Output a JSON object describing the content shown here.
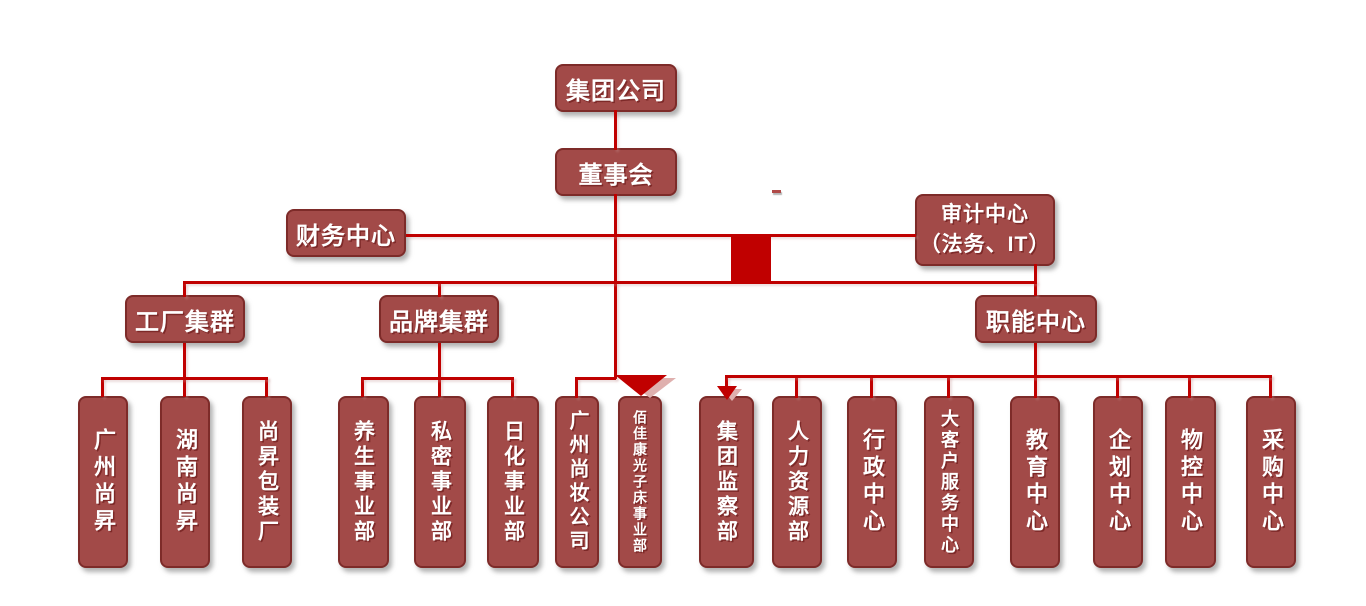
{
  "palette": {
    "node_fill": "#a24a48",
    "node_border": "#7d2b29",
    "connector_red": "#c00000",
    "arrow_shadow": "#dfb0ae",
    "text": "#ffffff",
    "background": "#ffffff"
  },
  "org": {
    "root": {
      "label": "集团公司"
    },
    "board": {
      "label": "董事会"
    },
    "finance": {
      "label": "财务中心"
    },
    "audit": {
      "line1": "审计中心",
      "line2": "（法务、IT）"
    },
    "factory_cluster": {
      "label": "工厂集群",
      "children": [
        "广州尚昇",
        "湖南尚昇",
        "尚昇包装厂"
      ]
    },
    "brand_cluster": {
      "label": "品牌集群",
      "children": [
        "养生事业部",
        "私密事业部",
        "日化事业部"
      ]
    },
    "board_direct": [
      "广州尚妆公司",
      "佰佳康光子床事业部"
    ],
    "function_center": {
      "label": "职能中心",
      "children": [
        "集团监察部",
        "人力资源部",
        "行政中心",
        "大客户服务中心",
        "教育中心",
        "企划中心",
        "物控中心",
        "采购中心"
      ]
    }
  }
}
